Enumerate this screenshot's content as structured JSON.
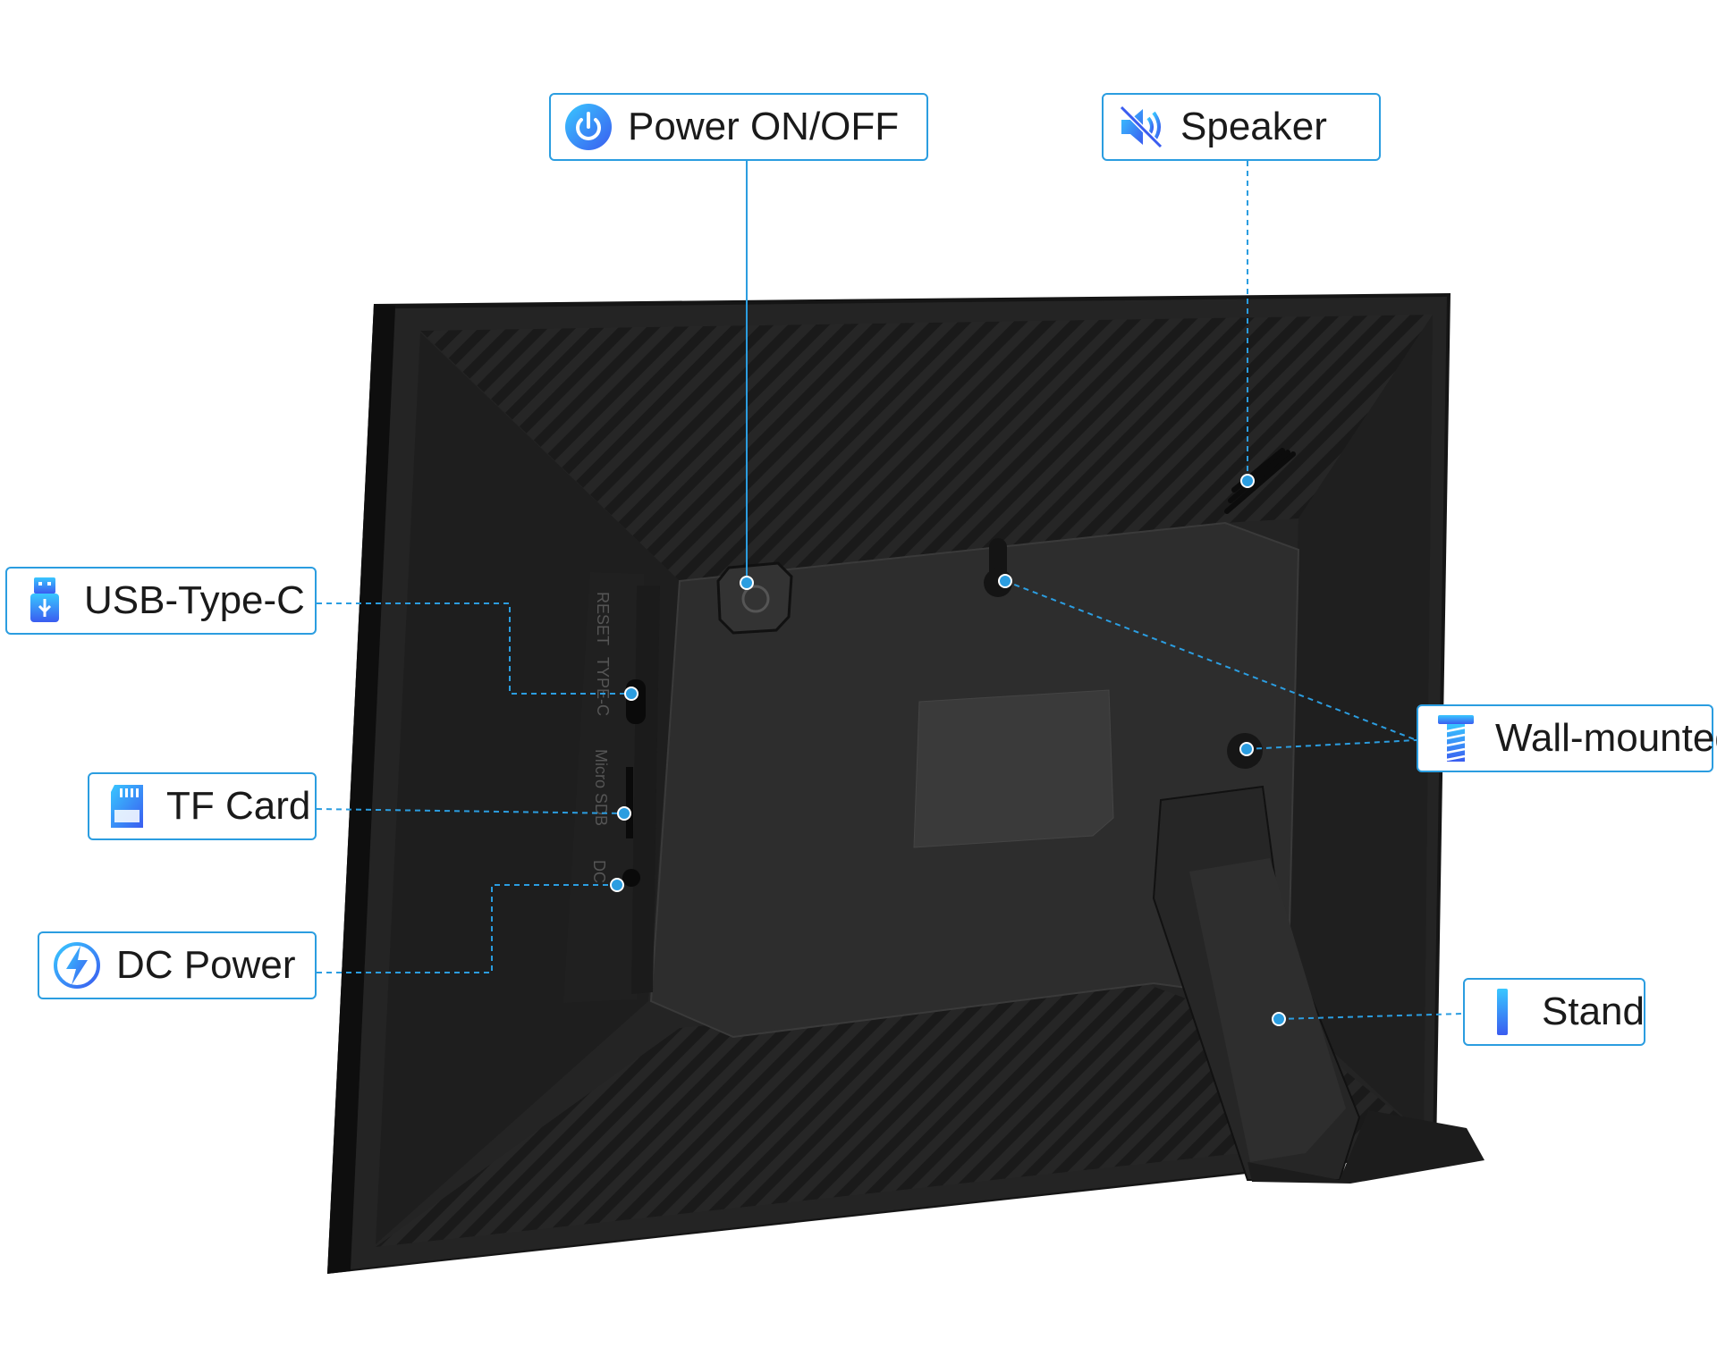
{
  "callouts": {
    "power": {
      "label": "Power ON/OFF",
      "icon": "power-icon"
    },
    "speaker": {
      "label": "Speaker",
      "icon": "speaker-icon"
    },
    "usb": {
      "label": "USB-Type-C",
      "icon": "usb-icon"
    },
    "tf": {
      "label": "TF Card",
      "icon": "sd-card-icon"
    },
    "dc": {
      "label": "DC Power",
      "icon": "lightning-icon"
    },
    "wall": {
      "label": "Wall-mounted",
      "icon": "screw-icon"
    },
    "stand": {
      "label": "Stand",
      "icon": "stand-bar-icon"
    }
  },
  "device": {
    "port_labels": {
      "reset": "RESET",
      "typec": "TYPE-C",
      "micro_sd": "Micro SDB",
      "dc": "DC"
    }
  },
  "colors": {
    "accent": "#2b9de0",
    "frame": "#1f1f1f",
    "panel": "#2b2b2b"
  }
}
